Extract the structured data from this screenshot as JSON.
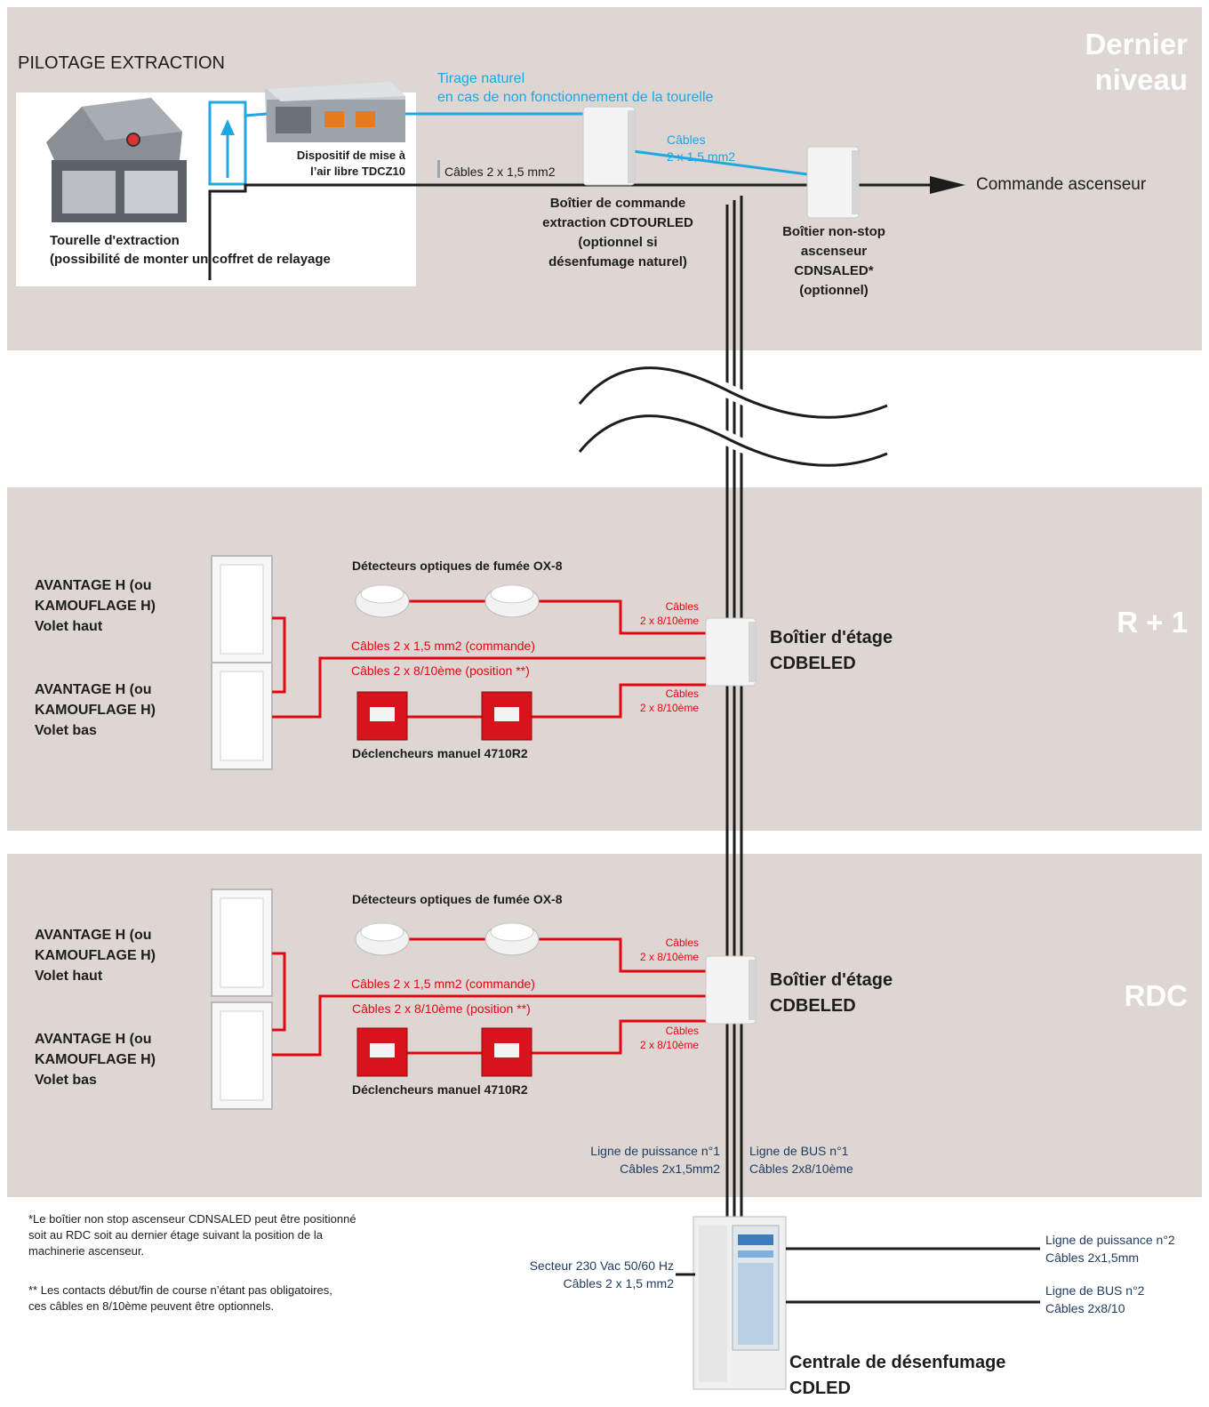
{
  "levels": {
    "top": "Dernier\nniveau",
    "r1": "R + 1",
    "rdc": "RDC"
  },
  "top_section": {
    "title": "PILOTAGE EXTRACTION",
    "tourelle_label": "Tourelle d'extraction\n(possibilité de monter un coffret de relayage",
    "tdcz_label": "Dispositif de mise à\nl’air libre TDCZ10",
    "tirage_label": "Tirage naturel\nen cas de non fonctionnement de la tourelle",
    "cables_blue": "Câbles\n2 x 1,5 mm2",
    "cables_black": "Câbles 2 x 1,5 mm2",
    "cdtourled_label": "Boîtier de commande\nextraction CDTOURLED\n(optionnel si\ndésenfumage naturel)",
    "cdnsaled_label": "Boîtier non-stop\nascenseur\nCDNSALED*\n(optionnel)",
    "commande_ascenseur": "Commande ascenseur"
  },
  "floors": [
    {
      "volet_haut": "AVANTAGE H (ou\nKAMOUFLAGE H)\nVolet haut",
      "volet_bas": "AVANTAGE H (ou\nKAMOUFLAGE H)\nVolet bas",
      "detectors": "Détecteurs optiques de fumée OX-8",
      "cables_top": "Câbles\n2 x 8/10ème",
      "cmd_cable": "Câbles 2 x 1,5 mm2 (commande)",
      "pos_cable": "Câbles 2 x 8/10ème (position **)",
      "cables_bottom": "Câbles\n2 x 8/10ème",
      "manual": "Déclencheurs manuel 4710R2",
      "box_label": "Boîtier d'étage\nCDBELED"
    },
    {
      "volet_haut": "AVANTAGE H (ou\nKAMOUFLAGE H)\nVolet haut",
      "volet_bas": "AVANTAGE H (ou\nKAMOUFLAGE H)\nVolet bas",
      "detectors": "Détecteurs optiques de fumée OX-8",
      "cables_top": "Câbles\n2 x 8/10ème",
      "cmd_cable": "Câbles 2 x 1,5 mm2 (commande)",
      "pos_cable": "Câbles 2 x 8/10ème (position **)",
      "cables_bottom": "Câbles\n2 x 8/10ème",
      "manual": "Déclencheurs manuel 4710R2",
      "box_label": "Boîtier d'étage\nCDBELED"
    }
  ],
  "bottom": {
    "puissance1": "Ligne de puissance n°1\nCâbles 2x1,5mm2",
    "bus1": "Ligne de BUS n°1\nCâbles 2x8/10ème",
    "note1": "*Le boîtier non stop ascenseur CDNSALED peut être positionné\nsoit au RDC soit au dernier étage suivant la position de la\nmachinerie ascenseur.",
    "note2": "** Les contacts début/fin de course n’étant pas obligatoires,\nces câbles en 8/10ème peuvent être optionnels.",
    "secteur": "Secteur 230 Vac 50/60 Hz\nCâbles 2 x 1,5 mm2",
    "puissance2": "Ligne de puissance n°2\nCâbles 2x1,5mm",
    "bus2": "Ligne de BUS n°2\nCâbles 2x8/10",
    "centrale_label": "Centrale de désenfumage\nCDLED"
  },
  "colors": {
    "band": "#ddd6d3",
    "red": "#e30613",
    "blue": "#1ea7e1",
    "navy": "#1f3a5f"
  }
}
